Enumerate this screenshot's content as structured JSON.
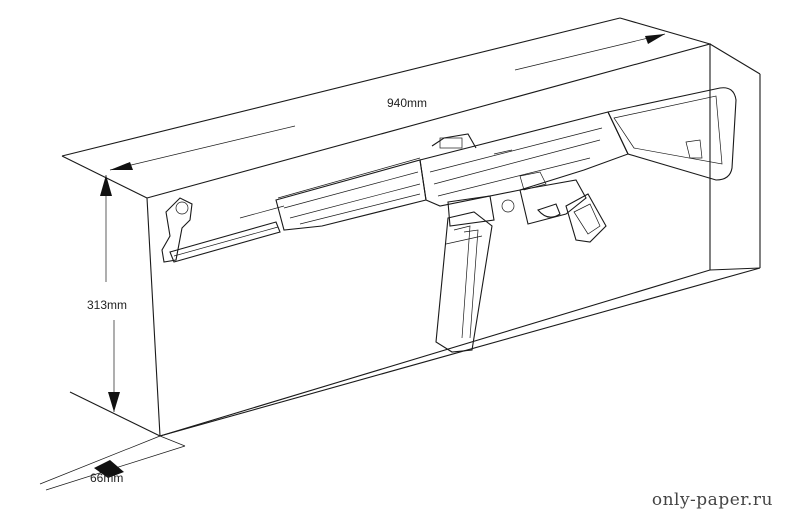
{
  "dimensions": {
    "length_label": "940mm",
    "height_label": "313mm",
    "depth_label": "66mm"
  },
  "watermark": "only-paper.ru",
  "icons": {
    "box": "display-box-outline",
    "rifle": "assault-rifle-drawing",
    "arrows": "dimension-arrow"
  }
}
